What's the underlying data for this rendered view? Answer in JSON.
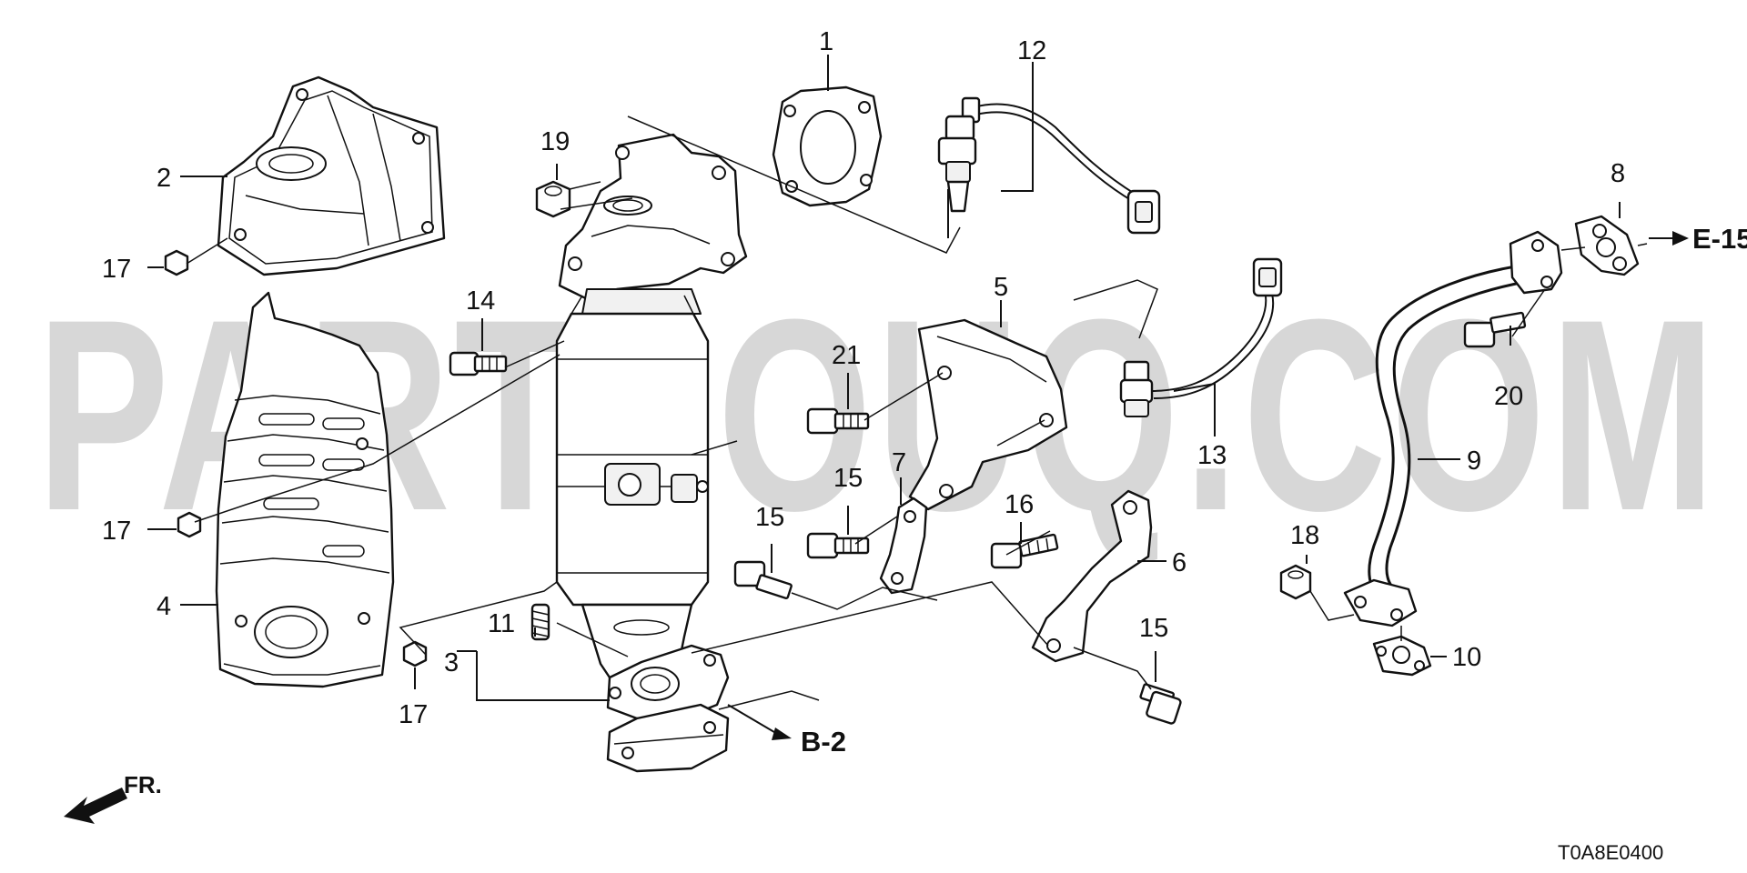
{
  "watermark": "PARTSOUQ.COM",
  "diagram_code": "T0A8E0400",
  "front_marker": "FR.",
  "references": {
    "e15": "E-15",
    "b2": "B-2"
  },
  "callouts": {
    "c1": "1",
    "c2": "2",
    "c3": "3",
    "c4": "4",
    "c5": "5",
    "c6": "6",
    "c7": "7",
    "c8": "8",
    "c9": "9",
    "c10": "10",
    "c11": "11",
    "c12": "12",
    "c13": "13",
    "c14": "14",
    "c15a": "15",
    "c15b": "15",
    "c15c": "15",
    "c16": "16",
    "c17a": "17",
    "c17b": "17",
    "c17c": "17",
    "c18": "18",
    "c19": "19",
    "c20": "20",
    "c21": "21"
  }
}
